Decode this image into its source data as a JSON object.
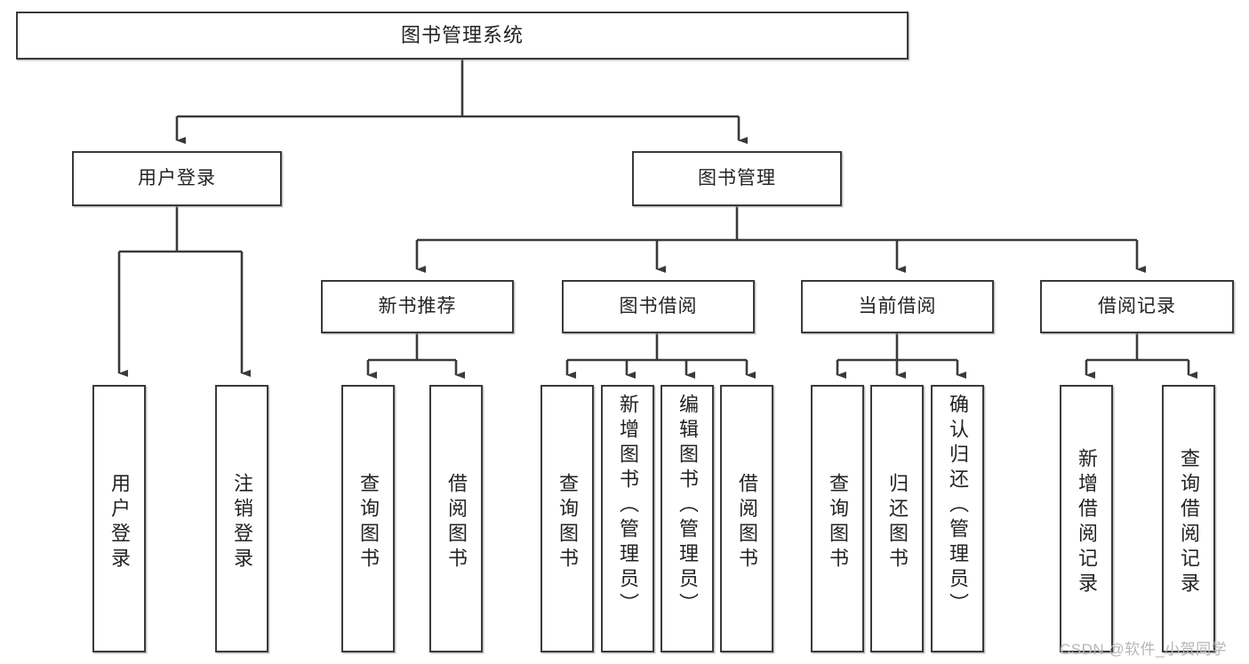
{
  "diagram": {
    "title": "图书管理系统",
    "type": "hierarchy-tree",
    "root": {
      "label": "图书管理系统"
    },
    "level2": [
      {
        "label": "用户登录"
      },
      {
        "label": "图书管理"
      }
    ],
    "level3": [
      {
        "label": "新书推荐"
      },
      {
        "label": "图书借阅"
      },
      {
        "label": "当前借阅"
      },
      {
        "label": "借阅记录"
      }
    ],
    "leaves": {
      "user_login": [
        {
          "label": "用户登录"
        },
        {
          "label": "注销登录"
        }
      ],
      "new_book_recommend": [
        {
          "label": "查询图书"
        },
        {
          "label": "借阅图书"
        }
      ],
      "book_borrow": [
        {
          "label": "查询图书"
        },
        {
          "label": "新增图书（管理员）"
        },
        {
          "label": "编辑图书（管理员）"
        },
        {
          "label": "借阅图书"
        }
      ],
      "current_borrow": [
        {
          "label": "查询图书"
        },
        {
          "label": "归还图书"
        },
        {
          "label": "确认归还（管理员）"
        }
      ],
      "borrow_record": [
        {
          "label": "新增借阅记录"
        },
        {
          "label": "查询借阅记录"
        }
      ]
    }
  },
  "watermark": {
    "text": "CSDN @软件_小贺同学"
  },
  "colors": {
    "stroke": "#3a3a3a",
    "fill": "#ffffff",
    "text": "#232323",
    "watermark": "#b6b6b6"
  }
}
